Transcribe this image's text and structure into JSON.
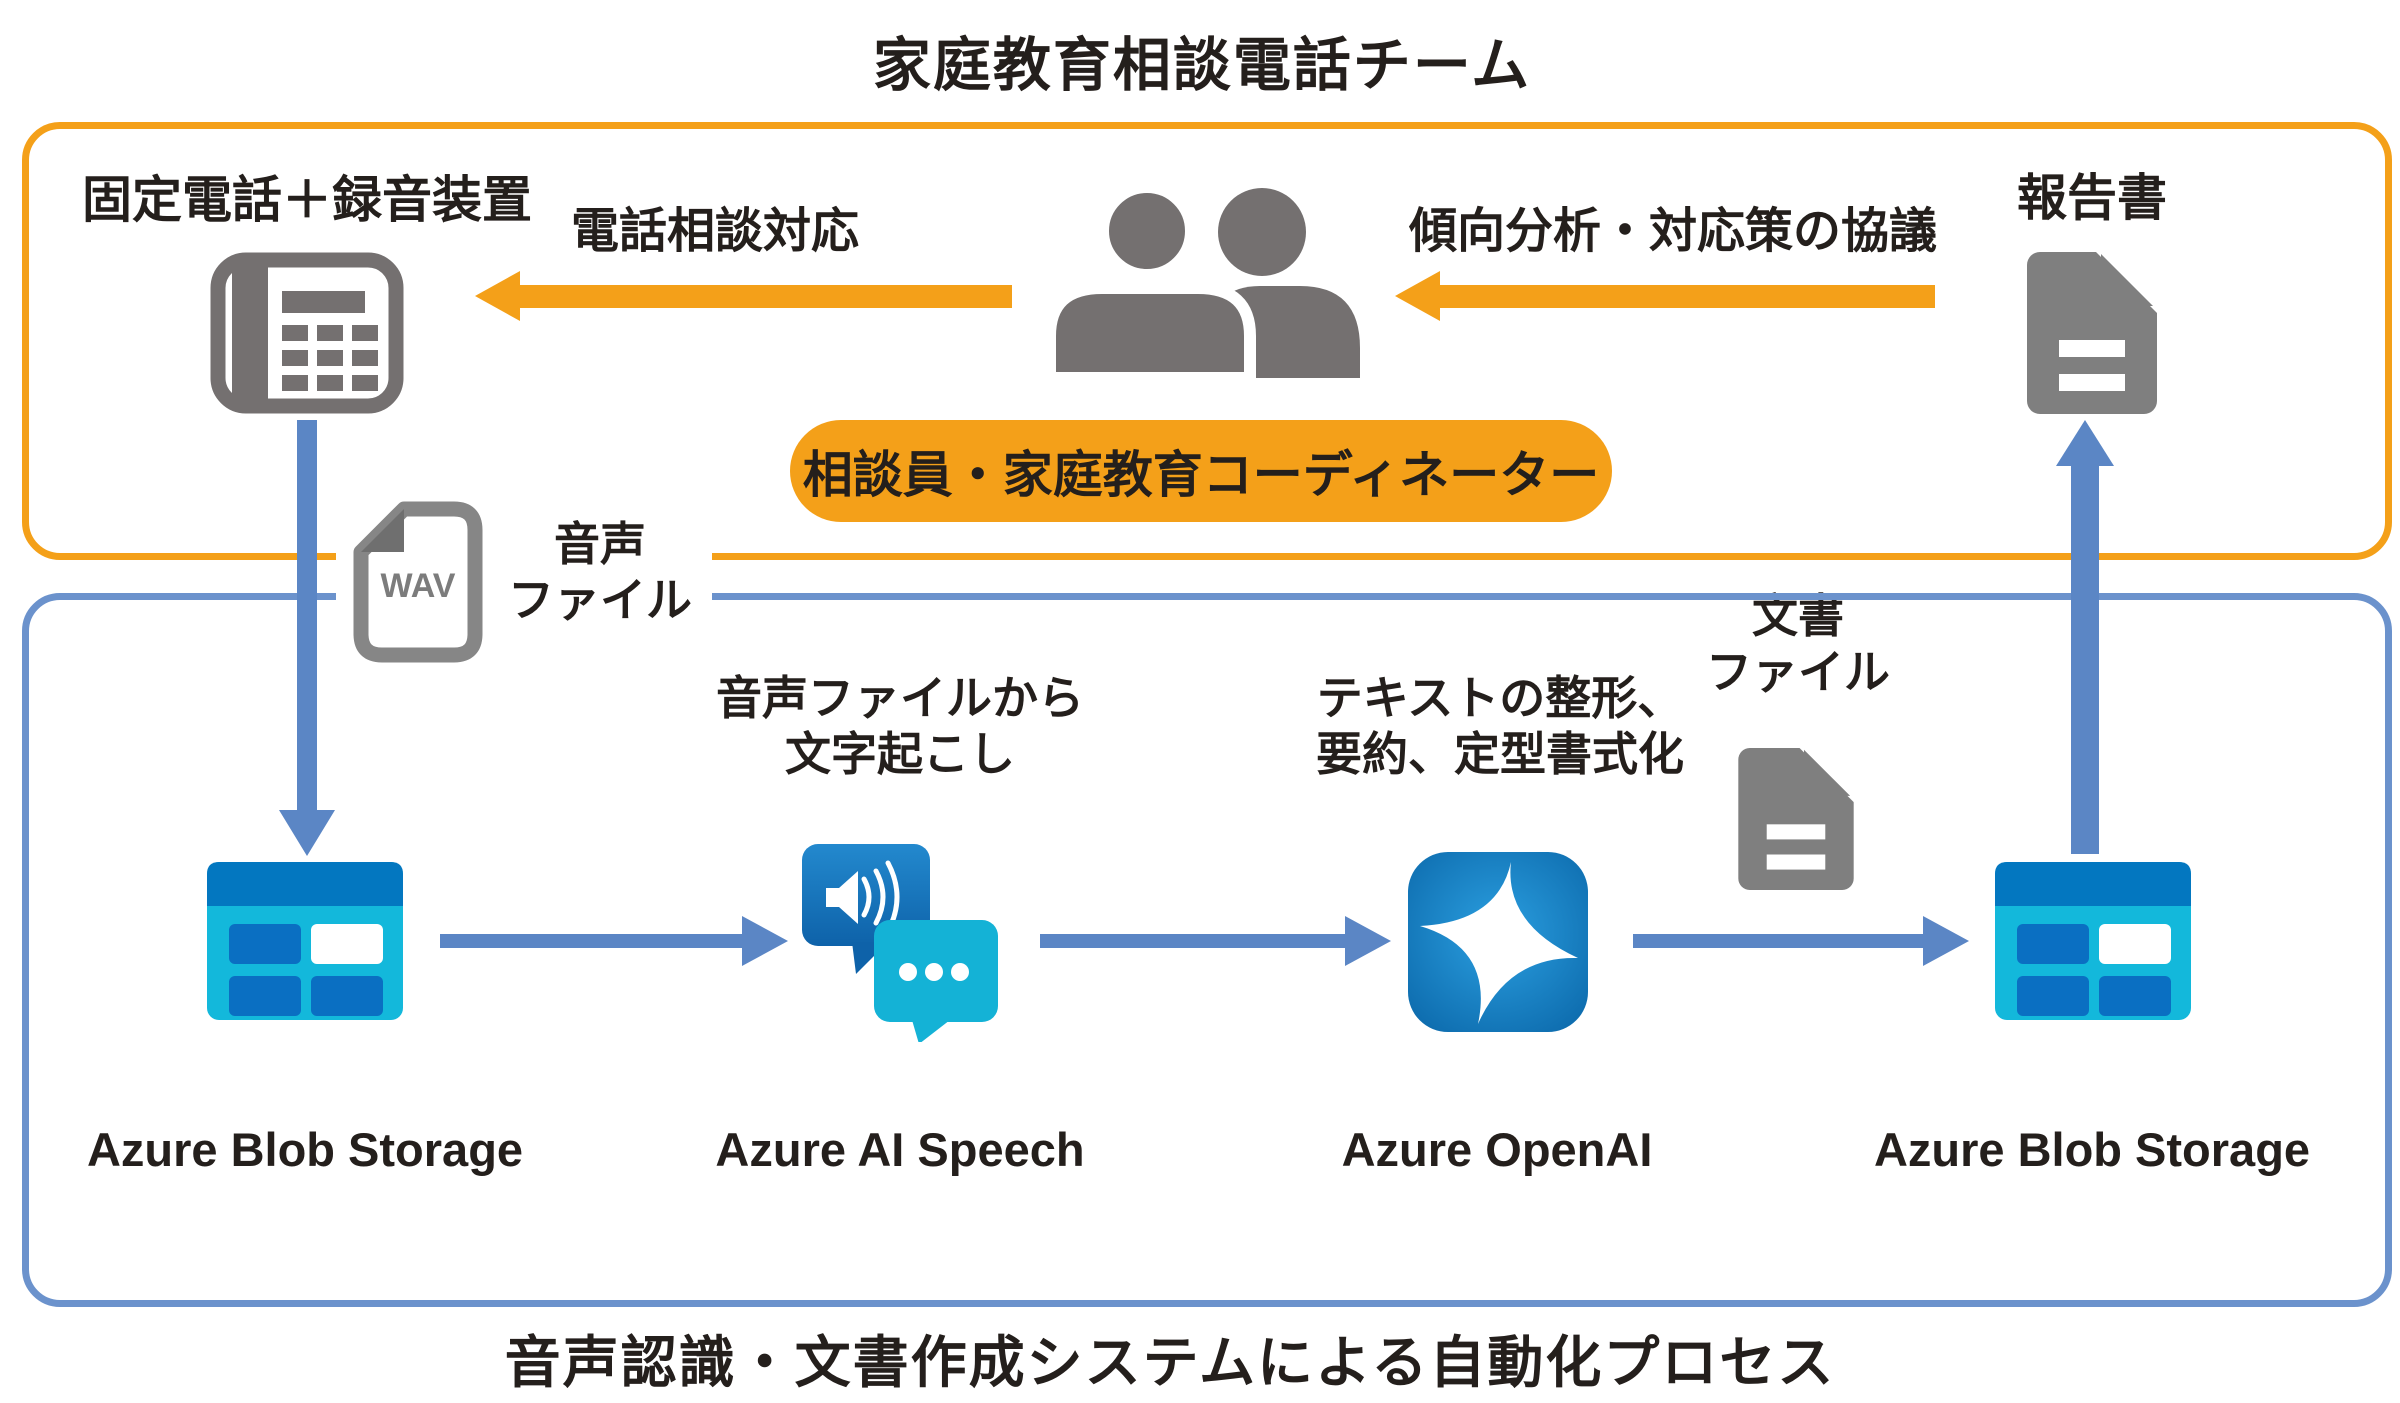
{
  "page": {
    "title_top": "家庭教育相談電話チーム",
    "title_bottom": "音声認識・文書作成システムによる自動化プロセス"
  },
  "team_section": {
    "phone_label": "固定電話＋録音装置",
    "phone_response_arrow_label": "電話相談対応",
    "analysis_arrow_label": "傾向分析・対応策の協議",
    "report_label": "報告書",
    "coordinator_badge": "相談員・家庭教育コーディネーター"
  },
  "automation_section": {
    "wav_file_type": "WAV",
    "audio_file_label": [
      "音声",
      "ファイル"
    ],
    "transcribe_caption": [
      "音声ファイルから",
      "文字起こし"
    ],
    "format_caption": [
      "テキストの整形、",
      "要約、定型書式化"
    ],
    "doc_file_label": [
      "文書",
      "ファイル"
    ],
    "node_labels": [
      "Azure Blob Storage",
      "Azure AI Speech",
      "Azure OpenAI",
      "Azure Blob Storage"
    ]
  },
  "colors": {
    "accent_orange": "#F4A019",
    "arrow_blue": "#5B86C5",
    "box_border_blue": "#6B92CC",
    "icon_gray": "#747070",
    "doc_gray": "#7F7F7F",
    "wav_outline_gray": "#868686",
    "blob_cyan": "#13B8DB",
    "blob_blue": "#0377C0",
    "blob_cell_blue": "#0A6FC2",
    "speech_bubble_blue": "#1478C2",
    "speech_bubble_cyan": "#14B2D6",
    "openai_blue": "#0E74B9",
    "text_black": "#241F1C"
  }
}
